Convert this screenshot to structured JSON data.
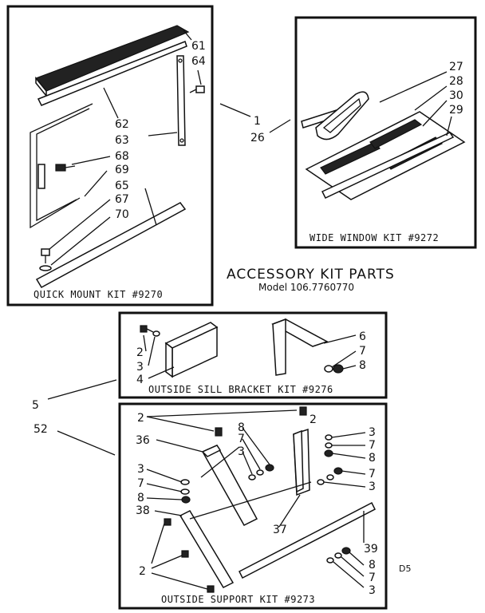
{
  "title": {
    "main": "ACCESSORY KIT PARTS",
    "model": "Model 106.7760770"
  },
  "kits": {
    "quick_mount": "QUICK MOUNT KIT #9270",
    "wide_window": "WIDE WINDOW KIT #9272",
    "outside_sill": "OUTSIDE SILL BRACKET KIT #9276",
    "outside_support": "OUTSIDE SUPPORT KIT #9273"
  },
  "parts": {
    "qm": [
      "61",
      "64",
      "62",
      "63",
      "68",
      "69",
      "65",
      "67",
      "70"
    ],
    "ref": [
      "1",
      "26",
      "5",
      "52"
    ],
    "ww": [
      "27",
      "28",
      "30",
      "29"
    ],
    "sill": [
      "2",
      "3",
      "4",
      "6",
      "7",
      "8"
    ],
    "support_left": [
      "2",
      "36",
      "3",
      "7",
      "8",
      "38",
      "2"
    ],
    "support_mid": [
      "8",
      "7",
      "3",
      "37",
      "2"
    ],
    "support_right": [
      "3",
      "7",
      "8",
      "7",
      "3",
      "39",
      "8",
      "7",
      "3"
    ]
  },
  "code": "D5"
}
